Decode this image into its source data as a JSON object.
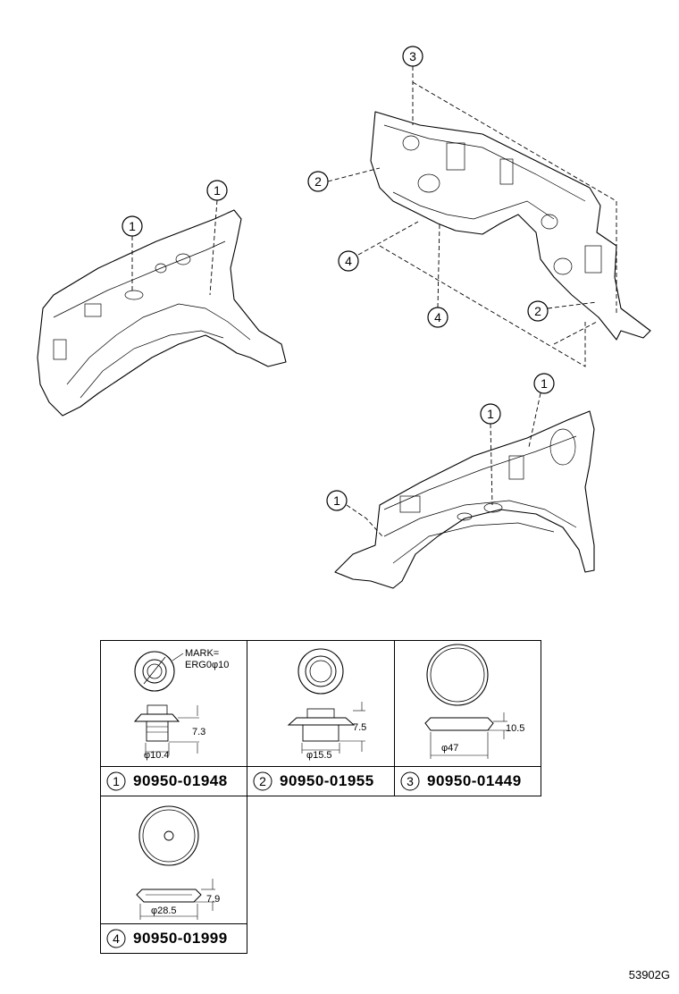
{
  "callouts": {
    "one": "1",
    "two": "2",
    "three": "3",
    "four": "4"
  },
  "parts": [
    {
      "num": "1",
      "part_number": "90950-01948",
      "mark_label": "MARK=",
      "mark_value": "ERG0φ10",
      "height": "7.3",
      "diameter": "φ10.4"
    },
    {
      "num": "2",
      "part_number": "90950-01955",
      "height": "7.5",
      "diameter": "φ15.5"
    },
    {
      "num": "3",
      "part_number": "90950-01449",
      "height": "10.5",
      "diameter": "φ47"
    },
    {
      "num": "4",
      "part_number": "90950-01999",
      "height": "7.9",
      "diameter": "φ28.5"
    }
  ],
  "reference_code": "53902G"
}
